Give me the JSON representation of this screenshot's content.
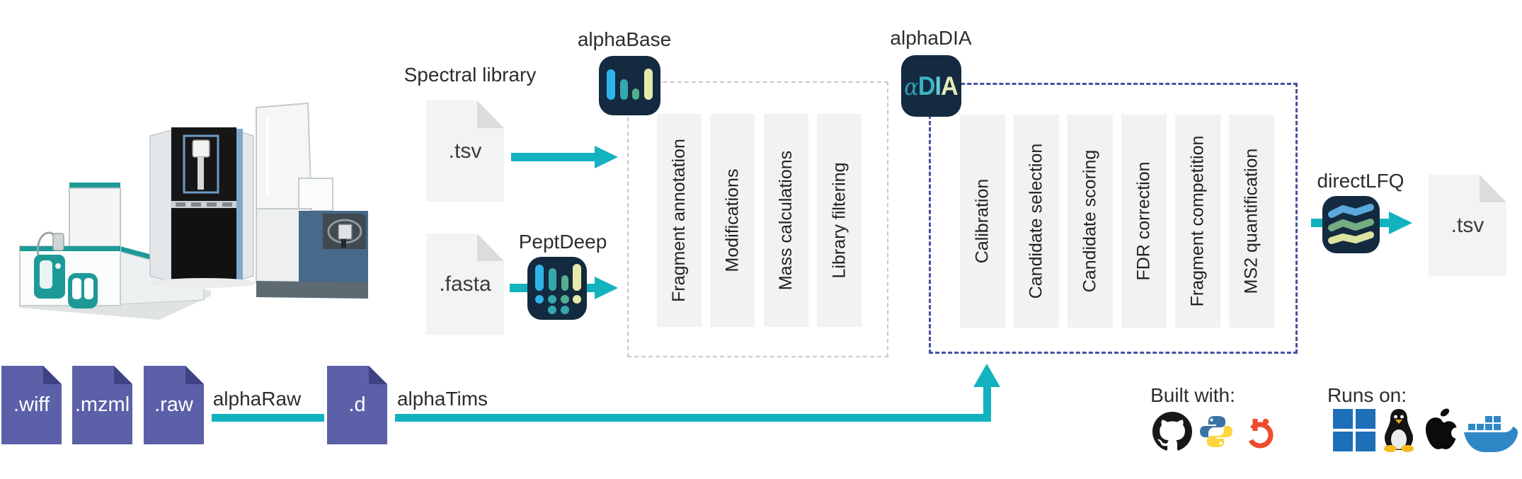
{
  "labels": {
    "spectral_library": "Spectral library",
    "alphabase": "alphaBase",
    "peptdeep": "PeptDeep",
    "alphadia": "alphaDIA",
    "directlfq": "directLFQ",
    "alpharaw": "alphaRaw",
    "alphatims": "alphaTims",
    "built_with": "Built with:",
    "runs_on": "Runs on:"
  },
  "files": {
    "wiff": ".wiff",
    "mzml": ".mzml",
    "raw": ".raw",
    "d": ".d",
    "tsv_input": ".tsv",
    "fasta_input": ".fasta",
    "tsv_output": ".tsv"
  },
  "alphadia_icon": {
    "alpha": "α",
    "d": "D",
    "i": "I",
    "a": "A"
  },
  "steps_alphabase": [
    "Fragment annotation",
    "Modifications",
    "Mass calculations",
    "Library filtering"
  ],
  "steps_alphadia": [
    "Calibration",
    "Candidate selection",
    "Candidate scoring",
    "FDR correction",
    "Fragment competition",
    "MS2 quantification"
  ],
  "footer": {
    "built_with_icons": [
      "github",
      "python",
      "pytorch"
    ],
    "runs_on_icons": [
      "windows",
      "linux",
      "apple",
      "docker"
    ]
  },
  "colors": {
    "accent_teal": "#12b2bf",
    "file_purple": "#5c60a9",
    "file_purple_fold": "#3e4284",
    "file_light": "#f2f3f2",
    "tile_navy": "#132a40",
    "dash_gray": "#c9c9c9",
    "dash_indigo": "#4650a0",
    "bar_blue": "#2eb5e8",
    "bar_teal": "#35a8ad",
    "bar_green": "#54ae8e",
    "bar_yellow": "#e6eaaa"
  }
}
